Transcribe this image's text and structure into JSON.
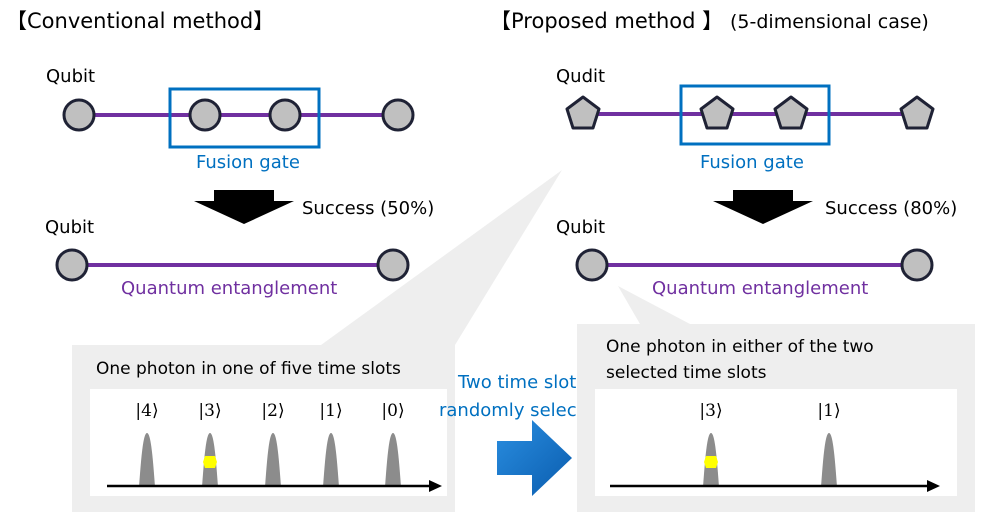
{
  "left": {
    "title": "【Conventional method】",
    "node_label": "Qubit",
    "fusion_label": "Fusion gate",
    "success": "Success (50%)",
    "result_label": "Qubit",
    "entanglement": "Quantum entanglement",
    "box_title": "One photon in one of five time slots",
    "kets": [
      "|4⟩",
      "|3⟩",
      "|2⟩",
      "|1⟩",
      "|0⟩"
    ]
  },
  "middle": {
    "line1": "Two time slots",
    "line2": "randomly selected"
  },
  "right": {
    "title_main": "【Proposed method 】",
    "title_sub": "(5-dimensional case)",
    "node_label": "Qudit",
    "fusion_label": "Fusion gate",
    "success": "Success (80%)",
    "result_label": "Qubit",
    "entanglement": "Quantum entanglement",
    "box_title_line1": "One photon in either of the two",
    "box_title_line2": "selected time slots",
    "kets": [
      "|3⟩",
      "|1⟩"
    ]
  },
  "colors": {
    "purple": "#7030a0",
    "blue": "#0070c0",
    "node_fill": "#c0c0c0",
    "node_stroke": "#1f2235",
    "callout_bg": "#eeeeee",
    "pulse": "#8c8c8c",
    "photon": "#ffff00"
  }
}
